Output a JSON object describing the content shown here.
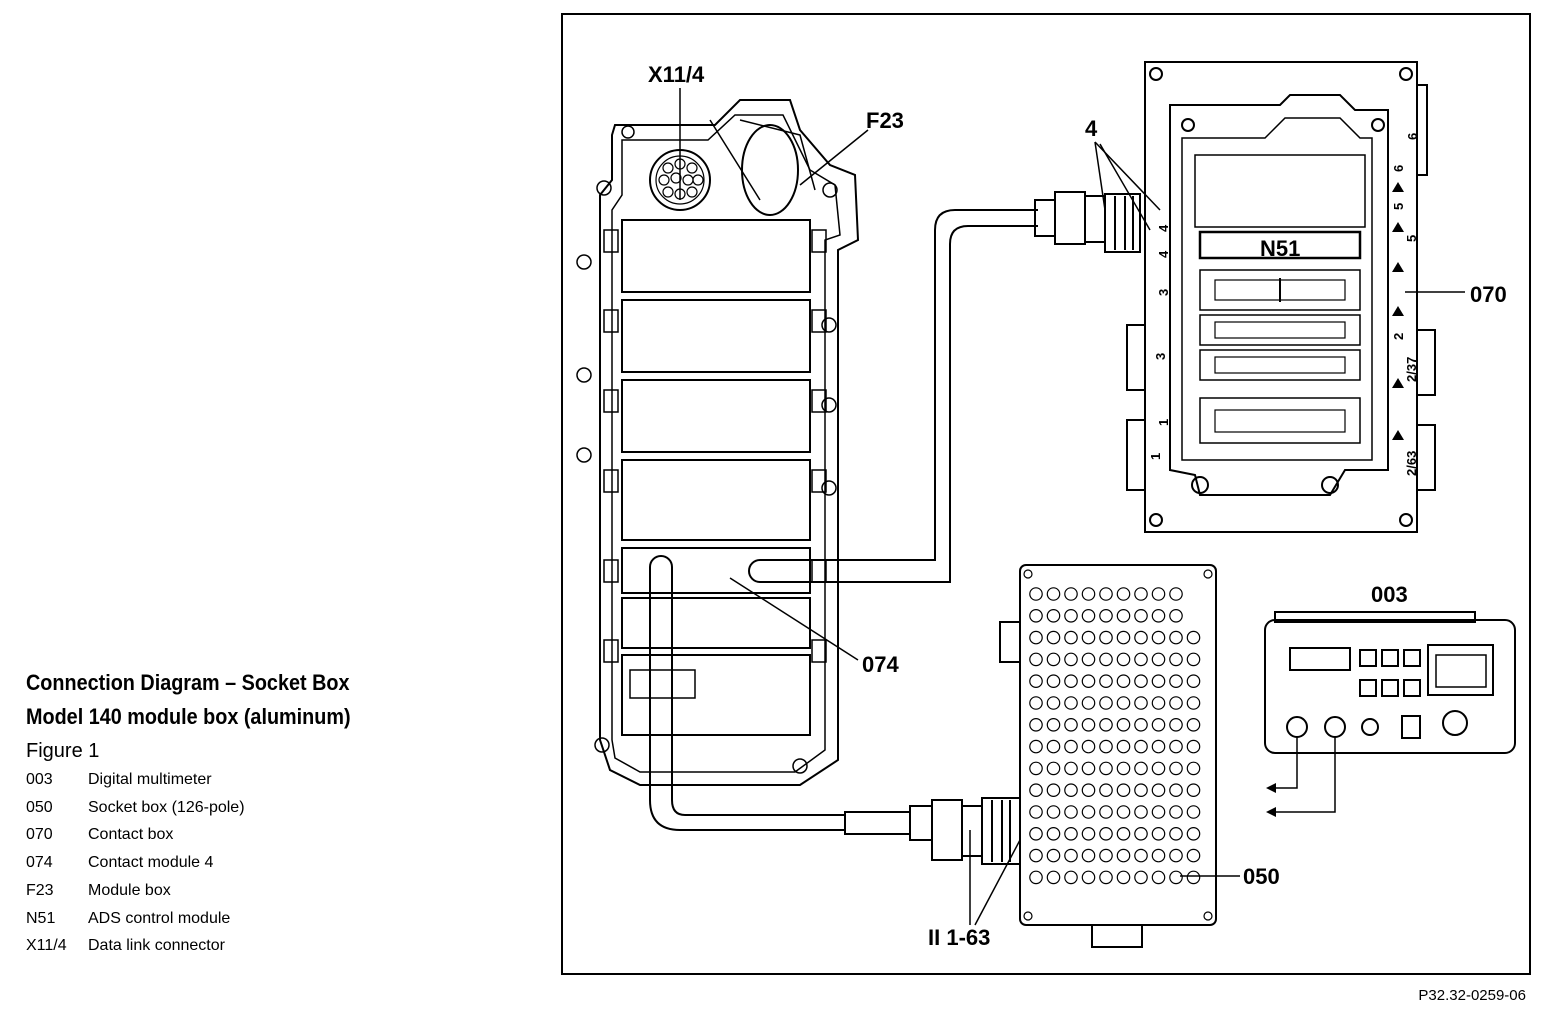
{
  "caption": {
    "title_line1": "Connection Diagram – Socket Box",
    "title_line2": "Model 140 module box (aluminum)",
    "figure": "Figure 1",
    "legend": [
      {
        "code": "003",
        "text": "Digital multimeter"
      },
      {
        "code": "050",
        "text": "Socket box (126-pole)"
      },
      {
        "code": "070",
        "text": "Contact box"
      },
      {
        "code": "074",
        "text": "Contact module 4"
      },
      {
        "code": "F23",
        "text": "Module box"
      },
      {
        "code": "N51",
        "text": "ADS control module"
      },
      {
        "code": "X11/4",
        "text": "Data link connector"
      }
    ]
  },
  "reference": "P32.32-0259-06",
  "diagram": {
    "labels": {
      "x11_4": "X11/4",
      "f23": "F23",
      "n51": "N51",
      "l4": "4",
      "l070": "070",
      "l074": "074",
      "l003": "003",
      "l050": "050",
      "ii_1_63": "II 1-63"
    },
    "slot_labels": {
      "left_4a": "4",
      "left_4b": "4",
      "left_3a": "3",
      "left_3b": "3",
      "left_1a": "1",
      "left_1b": "1",
      "right_6a": "6",
      "right_6b": "6",
      "right_5a": "5",
      "right_5b": "5",
      "right_2": "2",
      "right_2_37": "2/37",
      "right_2_63": "2/63"
    }
  }
}
